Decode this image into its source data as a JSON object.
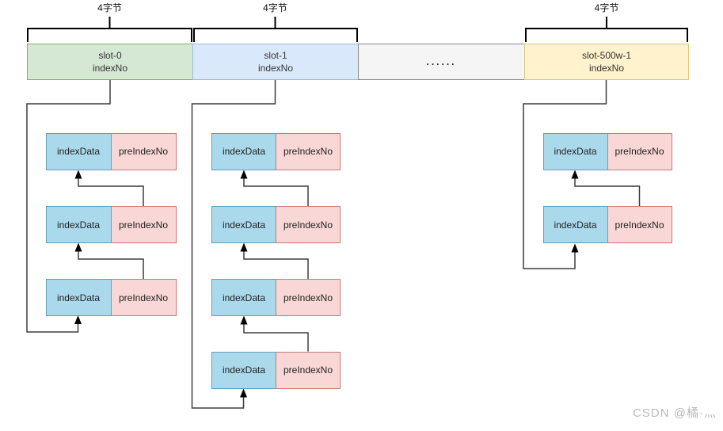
{
  "diagram": {
    "byte_label": "4字节",
    "slots": [
      {
        "id": "slot-0",
        "line1": "slot-0",
        "line2": "indexNo",
        "fill": "#d5e8d4",
        "border": "#82b366"
      },
      {
        "id": "slot-1",
        "line1": "slot-1",
        "line2": "indexNo",
        "fill": "#dae8fc",
        "border": "#9fb7dd"
      },
      {
        "id": "ellipsis",
        "label": "......",
        "fill": "#f5f5f5",
        "border": "#8c8c8c"
      },
      {
        "id": "slot-500w-1",
        "line1": "slot-500w-1",
        "line2": "indexNo",
        "fill": "#fff2cc",
        "border": "#dfc57f"
      }
    ],
    "cell_colors": {
      "index_data_fill": "#abd9ec",
      "index_data_border": "#5e9fc0",
      "pre_index_fill": "#f8d7d6",
      "pre_index_border": "#c97a74",
      "line_color": "#3d3d3d"
    },
    "chains": [
      {
        "slot": "slot-0",
        "boxes": [
          {
            "left": "indexData",
            "right": "preIndexNo"
          },
          {
            "left": "indexData",
            "right": "preIndexNo"
          },
          {
            "left": "indexData",
            "right": "preIndexNo"
          }
        ]
      },
      {
        "slot": "slot-1",
        "boxes": [
          {
            "left": "indexData",
            "right": "preIndexNo"
          },
          {
            "left": "indexData",
            "right": "preIndexNo"
          },
          {
            "left": "indexData",
            "right": "preIndexNo"
          },
          {
            "left": "indexData",
            "right": "preIndexNo"
          }
        ]
      },
      {
        "slot": "slot-500w-1",
        "boxes": [
          {
            "left": "indexData",
            "right": "preIndexNo"
          },
          {
            "left": "indexData",
            "right": "preIndexNo"
          }
        ]
      }
    ],
    "watermark": "CSDN @橘·灬"
  }
}
